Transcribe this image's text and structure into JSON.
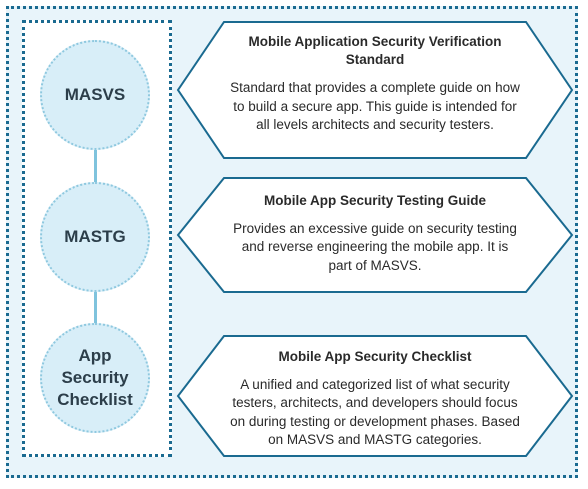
{
  "items": [
    {
      "circle_label": "MASVS",
      "title": "Mobile Application Security Verification Standard",
      "description": "Standard that provides a complete guide on how to build a secure app. This guide is intended for all levels architects and security testers."
    },
    {
      "circle_label": "MASTG",
      "title": "Mobile App Security Testing Guide",
      "description": "Provides an excessive guide on security testing and reverse engineering the mobile app. It is part of MASVS."
    },
    {
      "circle_label": "App\nSecurity\nChecklist",
      "title": "Mobile App Security Checklist",
      "description": "A unified and categorized list of what security testers, architects, and  developers should focus on during testing or development phases. Based  on MASVS and MASTG categories."
    }
  ],
  "colors": {
    "outer_background": "#e8f4fa",
    "border": "#1a6a90",
    "circle_fill": "#d8eef8",
    "connector": "#7fc3dd"
  }
}
